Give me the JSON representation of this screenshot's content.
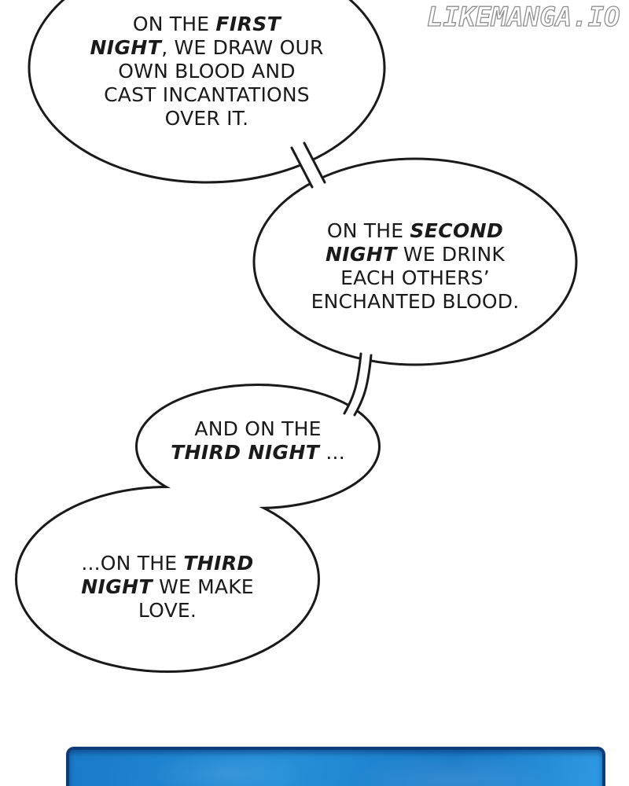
{
  "watermark": {
    "text": "LIKEMANGA.IO"
  },
  "colors": {
    "page_bg": "#ffffff",
    "ink": "#1a1a1a",
    "bubble_fill": "#ffffff",
    "watermark_fill": "#ffffff",
    "watermark_outline": "#8f8f8f",
    "panel_border": "#0d3c78",
    "panel_blue_dark": "#1a7ac8",
    "panel_blue": "#2590d8",
    "panel_blue_light": "#2e9ae1"
  },
  "bubbles": [
    {
      "name": "bubble-1",
      "lines": [
        [
          {
            "t": "ON THE ",
            "em": false
          },
          {
            "t": "FIRST",
            "em": true
          }
        ],
        [
          {
            "t": "NIGHT",
            "em": true
          },
          {
            "t": ", WE DRAW OUR",
            "em": false
          }
        ],
        [
          {
            "t": "OWN BLOOD AND",
            "em": false
          }
        ],
        [
          {
            "t": "CAST INCANTATIONS",
            "em": false
          }
        ],
        [
          {
            "t": "OVER IT.",
            "em": false
          }
        ]
      ]
    },
    {
      "name": "bubble-2",
      "lines": [
        [
          {
            "t": "ON THE ",
            "em": false
          },
          {
            "t": "SECOND",
            "em": true
          }
        ],
        [
          {
            "t": "NIGHT",
            "em": true
          },
          {
            "t": " WE DRINK",
            "em": false
          }
        ],
        [
          {
            "t": "EACH OTHERS’",
            "em": false
          }
        ],
        [
          {
            "t": "ENCHANTED BLOOD.",
            "em": false
          }
        ]
      ]
    },
    {
      "name": "bubble-3",
      "lines": [
        [
          {
            "t": "AND ON THE",
            "em": false
          }
        ],
        [
          {
            "t": "THIRD NIGHT",
            "em": true
          },
          {
            "t": " ...",
            "em": false
          }
        ]
      ]
    },
    {
      "name": "bubble-4",
      "lines": [
        [
          {
            "t": "...ON THE ",
            "em": false
          },
          {
            "t": "THIRD",
            "em": true
          }
        ],
        [
          {
            "t": "NIGHT",
            "em": true
          },
          {
            "t": " WE MAKE",
            "em": false
          }
        ],
        [
          {
            "t": "LOVE.",
            "em": false
          }
        ]
      ]
    }
  ]
}
